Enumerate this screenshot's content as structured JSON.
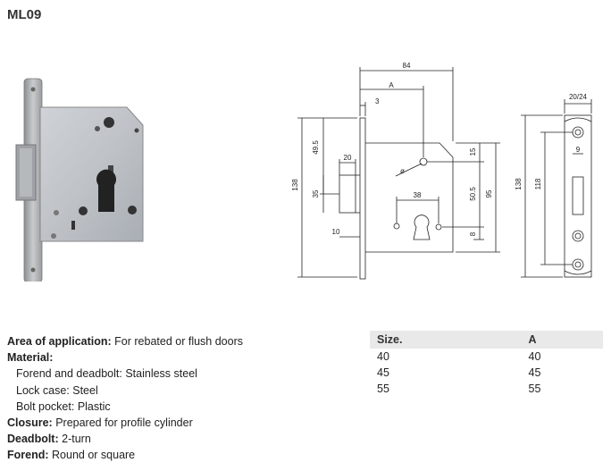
{
  "title": "ML09",
  "drawing_dims": {
    "d84": "84",
    "dA": "A",
    "d3": "3",
    "d20": "20",
    "d495": "49.5",
    "d138a": "138",
    "d35": "35",
    "d10": "10",
    "d38": "38",
    "d505": "50.5",
    "d95": "95",
    "d15": "15",
    "d8": "8",
    "d138b": "138",
    "d118": "118",
    "d2024": "20/24",
    "d9": "9",
    "dia": "ø"
  },
  "specs": [
    {
      "label": "Area of application:",
      "value": "For rebated or flush doors",
      "sub": false
    },
    {
      "label": "Material:",
      "value": "",
      "sub": false
    },
    {
      "label": "Forend and deadbolt:",
      "value": "Stainless steel",
      "sub": true
    },
    {
      "label": "Lock case:",
      "value": "Steel",
      "sub": true
    },
    {
      "label": "Bolt pocket:",
      "value": "Plastic",
      "sub": true
    },
    {
      "label": "Closure:",
      "value": "Prepared for profile cylinder",
      "sub": false
    },
    {
      "label": "Deadbolt:",
      "value": "2-turn",
      "sub": false
    },
    {
      "label": "Forend:",
      "value": "Round or square",
      "sub": false
    }
  ],
  "size_table": {
    "headers": [
      "Size.",
      "A"
    ],
    "rows": [
      [
        "40",
        "40"
      ],
      [
        "45",
        "45"
      ],
      [
        "55",
        "55"
      ]
    ]
  }
}
